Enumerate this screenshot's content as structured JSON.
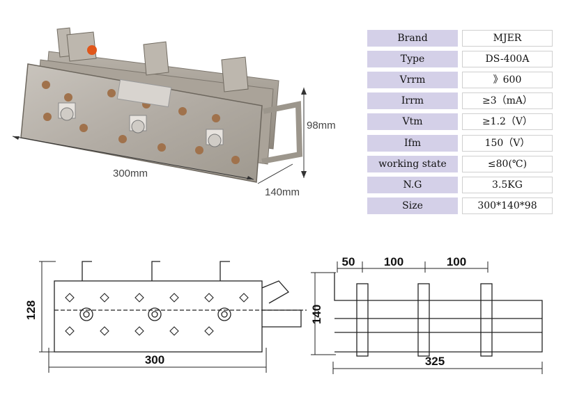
{
  "photo": {
    "dims": {
      "width": "300mm",
      "height": "98mm",
      "depth": "140mm"
    },
    "label_brand": "MJER"
  },
  "specs": [
    {
      "key": "Brand",
      "value": "MJER"
    },
    {
      "key": "Type",
      "value": "DS-400A"
    },
    {
      "key": "Vrrm",
      "value": "》600"
    },
    {
      "key": "Irrm",
      "value": "≥3（mA）"
    },
    {
      "key": "Vtm",
      "value": "≥1.2（V）"
    },
    {
      "key": "Ifm",
      "value": "150（V）"
    },
    {
      "key": "working state",
      "value": "≤80(℃)"
    },
    {
      "key": "N.G",
      "value": "3.5KG"
    },
    {
      "key": "Size",
      "value": "300*140*98"
    }
  ],
  "drawing_front": {
    "height_dim": "128",
    "width_dim": "300"
  },
  "drawing_side": {
    "dim_a": "50",
    "dim_b": "100",
    "dim_c": "100",
    "height_dim": "140",
    "width_dim": "325"
  },
  "colors": {
    "spec_key_bg": "#d4d0e8",
    "steel": "#b9b3ab",
    "hole": "#a0724c"
  }
}
